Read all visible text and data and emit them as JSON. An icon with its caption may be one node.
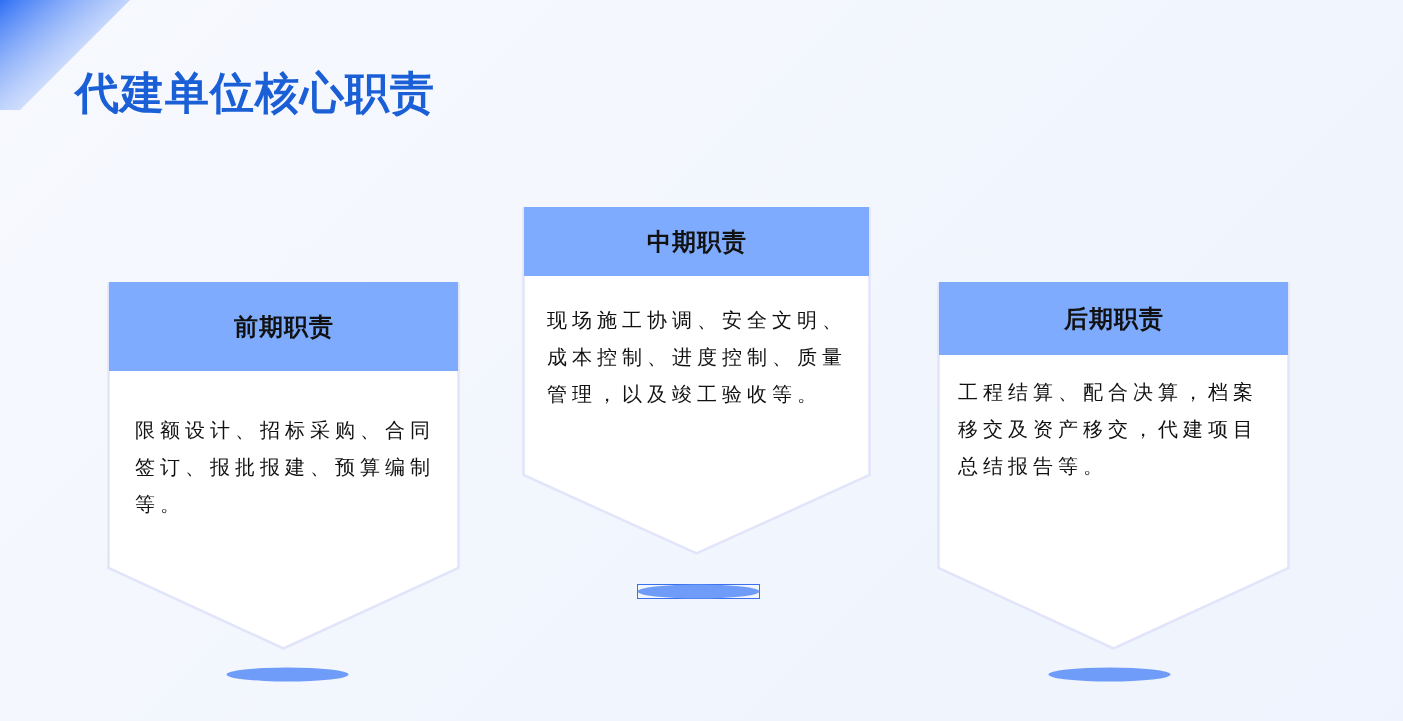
{
  "diagram": {
    "title": "代建单位核心职责",
    "nodes": [
      {
        "text": [
          "前期职责",
          "限额设计、招标采购、合同签订、报批报建、预算编制等。"
        ]
      },
      {
        "text": [
          "中期职责",
          "现场施工协调、安全文明、成本控制、进度控制、质量管理，以及竣工验收等。"
        ]
      },
      {
        "text": [
          "后期职责",
          "工程结算、配合决算，档案移交及资产移交，代建项目总结报告等。"
        ]
      },
      {
        "text": [],
        "shape": "ellipse"
      },
      {
        "text": [],
        "shape": "ellipse"
      },
      {
        "text": [],
        "shape": "ellipse"
      }
    ]
  }
}
